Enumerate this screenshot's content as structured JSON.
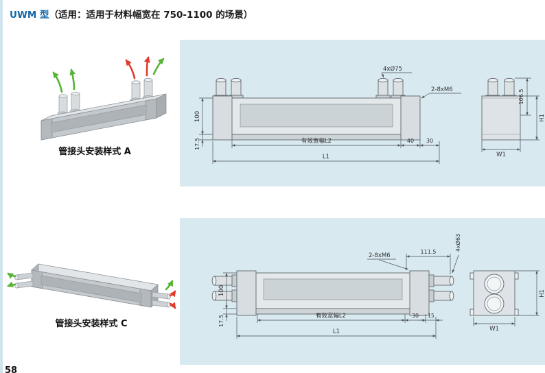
{
  "page": {
    "title_model": "UWM 型",
    "title_desc": "（适用：适用于材料幅宽在 750-1100 的场景）",
    "page_number": "58"
  },
  "section_a": {
    "photo_label": "管接头安装样式 A",
    "dims": {
      "top_holes": "4xØ75",
      "thread": "2-8xM6",
      "body_height": "100",
      "base_height": "17.5",
      "effective_width": "有效宽幅L2",
      "offset_a": "40",
      "offset_b": "30",
      "overall_length": "L1",
      "side_top_height": "106.5",
      "side_height": "H1",
      "side_width": "W1"
    }
  },
  "section_c": {
    "photo_label": "管接头安装样式 C",
    "dims": {
      "thread": "2-8xM6",
      "connector_offset": "111.5",
      "pipe_holes": "4xØ63",
      "body_height": "100",
      "base_height": "17.5",
      "effective_width": "有效宽幅L2",
      "offset_a": "30",
      "offset_b": "15",
      "overall_length": "L1",
      "side_height": "H1",
      "side_width": "W1"
    }
  }
}
